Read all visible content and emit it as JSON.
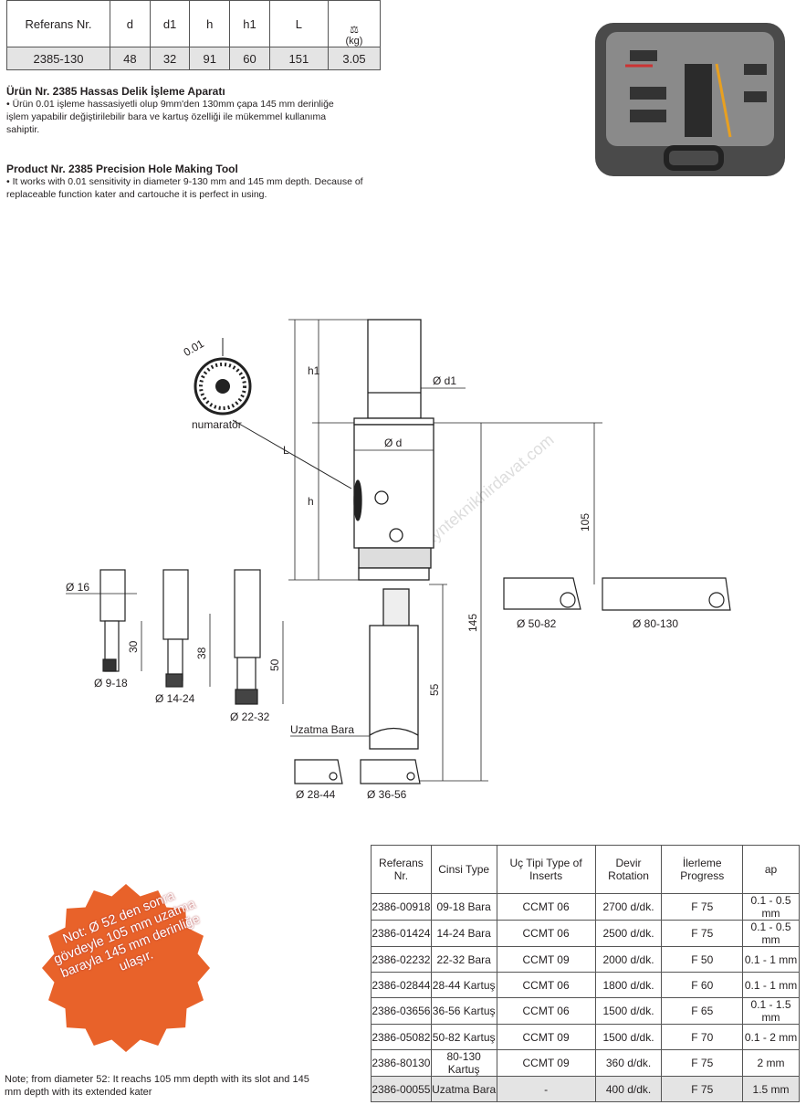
{
  "spec_table": {
    "headers": [
      "Referans Nr.",
      "d",
      "d1",
      "h",
      "h1",
      "L",
      "(kg)"
    ],
    "row": [
      "2385-130",
      "48",
      "32",
      "91",
      "60",
      "151",
      "3.05"
    ]
  },
  "tr_block": {
    "title": "Ürün Nr. 2385 Hassas Delik İşleme Aparatı",
    "body": "• Ürün 0.01 işleme hassasiyetli olup 9mm'den 130mm çapa 145 mm derinliğe işlem yapabilir değiştirilebilir bara ve kartuş özelliği ile mükemmel kullanıma sahiptir."
  },
  "en_block": {
    "title": "Product Nr. 2385 Precision Hole Making Tool",
    "body": "• It works with 0.01 sensitivity in diameter 9-130 mm and 145 mm depth. Decause of replaceable function kater and cartouche it is perfect in using."
  },
  "diagram": {
    "dial_precision": "0.01",
    "dial_label": "numaratör",
    "h1": "h1",
    "d1": "Ø d1",
    "L": "L",
    "d": "Ø d",
    "h": "h",
    "dim105": "105",
    "dim145": "145",
    "dim55": "55",
    "dia16": "Ø 16",
    "bar1_len": "30",
    "bar1": "Ø 9-18",
    "bar2_len": "38",
    "bar2": "Ø 14-24",
    "bar3_len": "50",
    "bar3": "Ø 22-32",
    "extension": "Uzatma Bara",
    "cart1": "Ø 28-44",
    "cart2": "Ø 36-56",
    "cart3": "Ø 50-82",
    "cart4": "Ø 80-130",
    "watermark": "dizaynteknikhirdavat.com"
  },
  "parts_table": {
    "headers": [
      "Referans Nr.",
      "Cinsi Type",
      "Uç Tipi Type of Inserts",
      "Devir Rotation",
      "İlerleme Progress",
      "ap"
    ],
    "rows": [
      [
        "2386-00918",
        "09-18 Bara",
        "CCMT 06",
        "2700 d/dk.",
        "F 75",
        "0.1 - 0.5 mm"
      ],
      [
        "2386-01424",
        "14-24 Bara",
        "CCMT 06",
        "2500 d/dk.",
        "F 75",
        "0.1 - 0.5 mm"
      ],
      [
        "2386-02232",
        "22-32 Bara",
        "CCMT 09",
        "2000 d/dk.",
        "F 50",
        "0.1 - 1 mm"
      ],
      [
        "2386-02844",
        "28-44 Kartuş",
        "CCMT 06",
        "1800 d/dk.",
        "F 60",
        "0.1 - 1 mm"
      ],
      [
        "2386-03656",
        "36-56 Kartuş",
        "CCMT 06",
        "1500 d/dk.",
        "F 65",
        "0.1 - 1.5 mm"
      ],
      [
        "2386-05082",
        "50-82 Kartuş",
        "CCMT 09",
        "1500 d/dk.",
        "F 70",
        "0.1 - 2 mm"
      ],
      [
        "2386-80130",
        "80-130 Kartuş",
        "CCMT 09",
        "360 d/dk.",
        "F 75",
        "2 mm"
      ],
      [
        "2386-00055",
        "Uzatma Bara",
        "-",
        "400 d/dk.",
        "F 75",
        "1.5 mm"
      ]
    ]
  },
  "badge": {
    "text": "Not: Ø 52 den sonra gövdeyle 105 mm uzatma barayla 145 mm derinliğe ulaşır.",
    "color": "#e8622a"
  },
  "note": "Note; from diameter 52: It reachs 105 mm depth with its slot and 145 mm depth with its extended kater"
}
